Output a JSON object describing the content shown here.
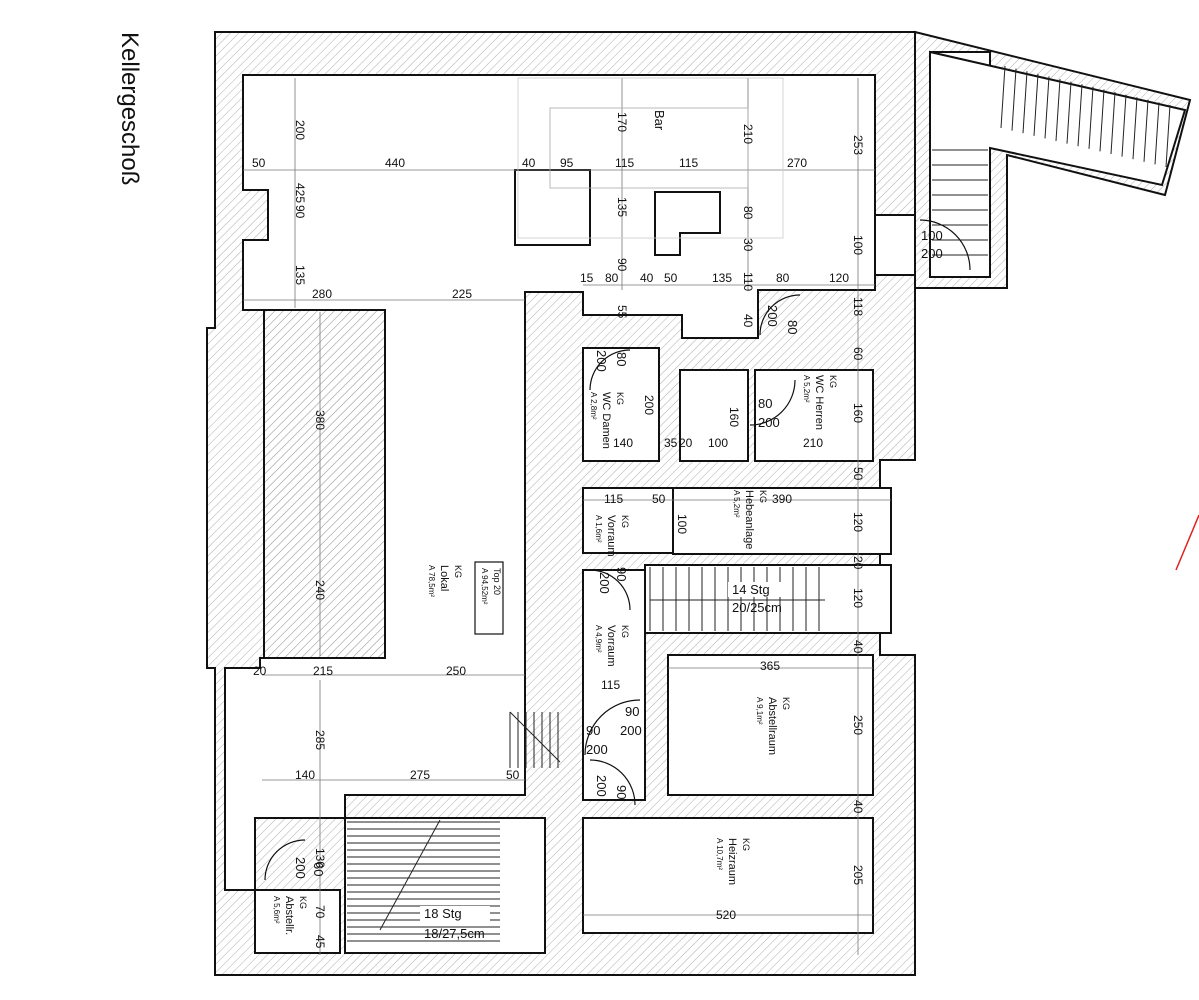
{
  "title": "Kellergeschoß",
  "rooms": {
    "bar": "Bar",
    "wc_damen": {
      "kg": "KG",
      "name": "WC Damen",
      "area": "A 2,8m²"
    },
    "wc_herren": {
      "kg": "KG",
      "name": "WC Herren",
      "area": "A 5,2m²"
    },
    "hebeanlage": {
      "kg": "KG",
      "name": "Hebeanlage",
      "area": "A 5,2m²"
    },
    "vorraum1": {
      "kg": "KG",
      "name": "Vorraum",
      "area": "A 1,6m²"
    },
    "vorraum2": {
      "kg": "KG",
      "name": "Vorraum",
      "area": "A 4,9m²"
    },
    "lokal": {
      "kg": "KG",
      "name": "Lokal",
      "area": "A 78,5m²"
    },
    "top": {
      "name": "Top 20",
      "area": "A 94,52m²"
    },
    "abstellraum": {
      "kg": "KG",
      "name": "Abstellraum",
      "area": "A 9,1m²"
    },
    "heizraum": {
      "kg": "KG",
      "name": "Heizraum",
      "area": "A 10,7m²"
    },
    "abstellr": {
      "kg": "KG",
      "name": "Abstellr.",
      "area": "A 5,6m²"
    }
  },
  "stairs": {
    "s14": {
      "count": "14 Stg",
      "size": "20/25cm"
    },
    "s18": {
      "count": "18 Stg",
      "size": "18/27,5cm"
    }
  },
  "doors": {
    "w100": "100",
    "w90": "90",
    "w80": "80",
    "w60": "60",
    "h200": "200"
  },
  "dims": {
    "d50": "50",
    "d440": "440",
    "d40": "40",
    "d95": "95",
    "d115": "115",
    "d270": "270",
    "d200": "200",
    "d170": "170",
    "d210": "210",
    "d253": "253",
    "d425": "425",
    "d90": "90",
    "d135": "135",
    "d80": "80",
    "d30": "30",
    "d100": "100",
    "d280": "280",
    "d225": "225",
    "d15": "15",
    "d120": "120",
    "d110": "110",
    "d118": "118",
    "d55": "55",
    "d60": "60",
    "d160": "160",
    "d140": "140",
    "d35": "35",
    "d20": "20",
    "d390": "390",
    "d380": "380",
    "d240": "240",
    "d365": "365",
    "d215": "215",
    "d250": "250",
    "d285": "285",
    "d275": "275",
    "d130": "130",
    "d205": "205",
    "d520": "520",
    "d70": "70",
    "d45": "45"
  }
}
